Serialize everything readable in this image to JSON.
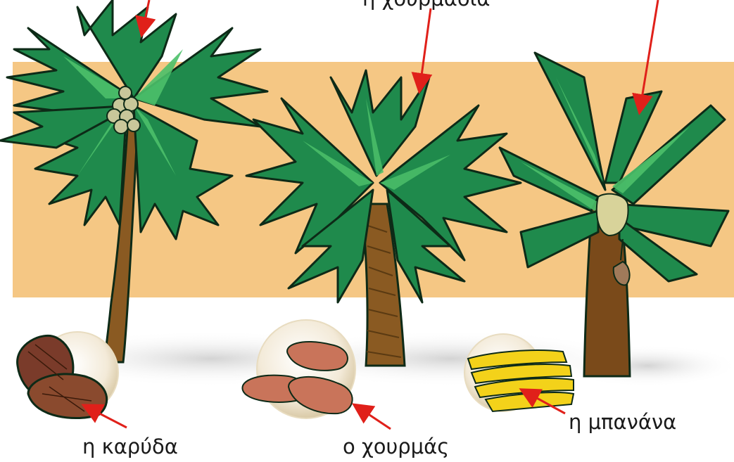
{
  "labels": {
    "coconut_fruit": "η καρύδα",
    "date_fruit": "ο χουρμάς",
    "banana_fruit": "η μπανάνα",
    "date_palm_top": "η χουρμαδιά"
  },
  "colors": {
    "band": "#f5c784",
    "leaf_dark": "#1f8a4c",
    "leaf_light": "#4cc06a",
    "outline": "#0d2a17",
    "trunk": "#8a5a22",
    "arrow": "#e0201a",
    "coconut": "#7a3b2a",
    "date": "#c9745a",
    "banana": "#f3d21a"
  },
  "icons": [
    "coconut-palm-icon",
    "date-palm-icon",
    "banana-tree-icon",
    "coconut-fruit-icon",
    "date-fruit-icon",
    "banana-bunch-icon",
    "pointer-arrow-icon"
  ]
}
